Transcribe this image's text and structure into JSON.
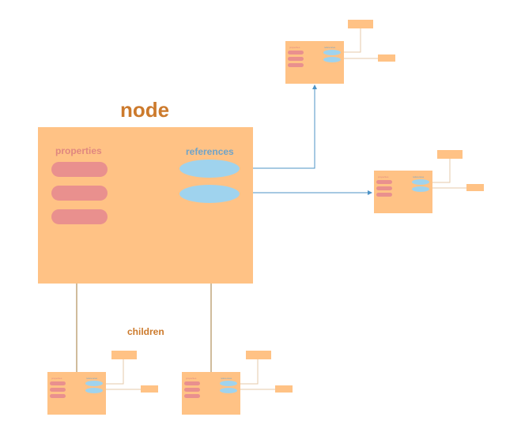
{
  "diagram": {
    "node_title": "node",
    "properties_label": "properties",
    "references_label": "references",
    "children_label": "children",
    "mini_properties_label": "properties",
    "mini_references_label": "references",
    "colors": {
      "node_box": "#ffc285",
      "property_pill": "#e9908e",
      "reference_oval": "#9fd3ee",
      "title_text": "#cc7a2c",
      "properties_text": "#e0877f",
      "references_text": "#6fa3c8",
      "reference_arrow": "#4d93c6",
      "child_line": "#a07a3a",
      "thin_connector": "#e6c9a8"
    }
  }
}
